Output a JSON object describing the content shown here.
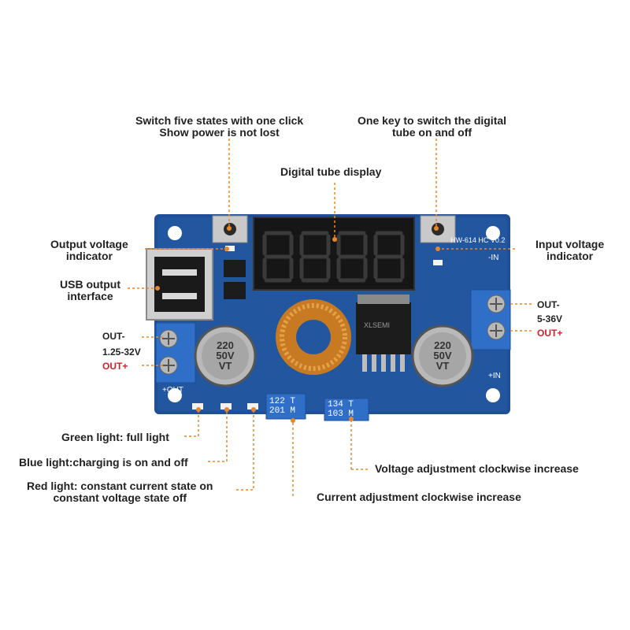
{
  "labels": {
    "switch_states_1": "Switch five states with one click",
    "switch_states_2": "Show power is not lost",
    "one_key_1": "One key to switch the digital",
    "one_key_2": "tube on and off",
    "digital_tube": "Digital tube display",
    "output_voltage_indicator_1": "Output voltage",
    "output_voltage_indicator_2": "indicator",
    "input_voltage_indicator_1": "Input voltage",
    "input_voltage_indicator_2": "indicator",
    "usb_output_1": "USB output",
    "usb_output_2": "interface",
    "out_minus_left": "OUT-",
    "range_left": "1.25-32V",
    "out_plus_left": "OUT+",
    "out_minus_right": "OUT-",
    "range_right": "5-36V",
    "out_plus_right": "OUT+",
    "green_light": "Green light: full light",
    "blue_light": "Blue light:charging is on and off",
    "red_light_1": "Red light: constant current state on",
    "red_light_2": "constant voltage state off",
    "voltage_adjust": "Voltage adjustment clockwise increase",
    "current_adjust": "Current adjustment clockwise increase"
  },
  "board": {
    "capacitor_text_1": "220",
    "capacitor_text_2": "50V",
    "capacitor_text_3": "VT",
    "pot_left_1": "122",
    "pot_left_2": "201",
    "pot_right_1": "134",
    "pot_right_2": "103",
    "pot_letter_t": "T",
    "pot_letter_m": "M",
    "model_silk": "HW-614 HC V0.2",
    "in_minus_silk": "-IN",
    "in_plus_silk": "+IN",
    "out_silk": "+OUT",
    "ic_text": "XLSEMI",
    "display_digits": "8888"
  },
  "colors": {
    "pcb": "#1f4f96",
    "leader": "#e8872a",
    "terminal": "#2f6fc8",
    "red_text": "#d0202a"
  }
}
